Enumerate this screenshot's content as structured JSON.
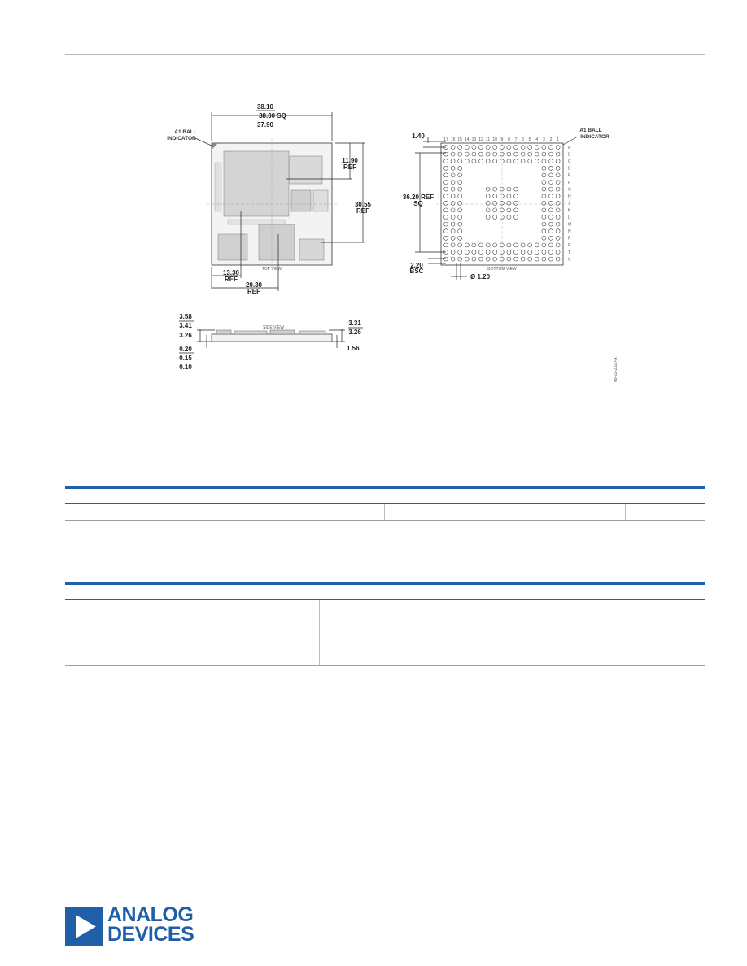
{
  "drawing": {
    "top_view": {
      "label": "TOP VIEW",
      "a1_label_1": "A1 BALL",
      "a1_label_2": "INDICATOR",
      "dim_width_max": "38.10",
      "dim_width_nom": "38.00 SQ",
      "dim_width_min": "37.90",
      "dim_right_upper": "11.90",
      "dim_right_upper_ref": "REF",
      "dim_right_lower": "30.55",
      "dim_right_lower_ref": "REF",
      "dim_bottom_1": "13.30",
      "dim_bottom_1_ref": "REF",
      "dim_bottom_2": "20.30",
      "dim_bottom_2_ref": "REF"
    },
    "bottom_view": {
      "label": "BOTTOM VIEW",
      "a1_label_1": "A1 BALL",
      "a1_label_2": "INDICATOR",
      "dim_pitch_top": "1.40",
      "dim_span": "36.20 REF",
      "dim_span_sq": "SQ",
      "dim_bsc": "2.20",
      "dim_bsc_label": "BSC",
      "dim_ball": "Ø 1.20",
      "col_numbers": [
        "17",
        "16",
        "15",
        "14",
        "13",
        "12",
        "11",
        "10",
        "9",
        "8",
        "7",
        "6",
        "5",
        "4",
        "3",
        "2",
        "1"
      ],
      "row_letters": [
        "A",
        "B",
        "C",
        "D",
        "E",
        "F",
        "G",
        "H",
        "J",
        "K",
        "L",
        "M",
        "N",
        "P",
        "R",
        "T",
        "U"
      ]
    },
    "side_view": {
      "label": "SIDE VIEW",
      "dim_left_max": "3.58",
      "dim_left_nom": "3.41",
      "dim_left_min": "3.26",
      "dim_right_max": "3.31",
      "dim_right_min": "3.26",
      "dim_right_bottom": "1.56",
      "dim_bottom_max": "0.20",
      "dim_bottom_nom": "0.15",
      "dim_bottom_min": "0.10"
    },
    "drawing_code": "09-22-2020-A"
  },
  "logo": {
    "line1": "ANALOG",
    "line2": "DEVICES"
  }
}
